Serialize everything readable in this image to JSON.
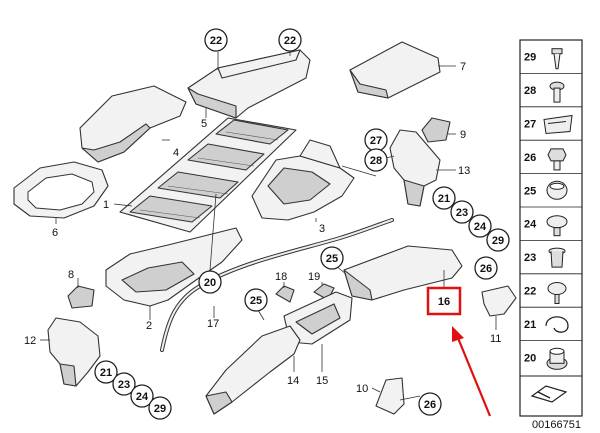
{
  "callouts": {
    "c22a": "22",
    "c22b": "22",
    "c27": "27",
    "c28": "28",
    "c21a": "21",
    "c23a": "23",
    "c24a": "24",
    "c29a": "29",
    "c20": "20",
    "c25a": "25",
    "c25b": "25",
    "c26a": "26",
    "c21b": "21",
    "c23b": "23",
    "c24b": "24",
    "c29b": "29",
    "c26b": "26"
  },
  "labels": {
    "l7": "7",
    "l5": "5",
    "l4": "4",
    "l9": "9",
    "l13": "13",
    "l6": "6",
    "l1": "1",
    "l3": "3",
    "l8": "8",
    "l18": "18",
    "l19": "19",
    "l2": "2",
    "l17": "17",
    "l12": "12",
    "l14": "14",
    "l15": "15",
    "l11": "11",
    "l10": "10"
  },
  "highlight": {
    "label": "16",
    "color": "#e01010"
  },
  "fastener_panel": {
    "items": [
      {
        "number": "29",
        "icon": "push-pin-clip-icon"
      },
      {
        "number": "28",
        "icon": "screw-icon"
      },
      {
        "number": "27",
        "icon": "spring-nut-icon"
      },
      {
        "number": "26",
        "icon": "hex-bolt-icon"
      },
      {
        "number": "25",
        "icon": "expanding-nut-icon"
      },
      {
        "number": "24",
        "icon": "rivet-icon"
      },
      {
        "number": "23",
        "icon": "plug-clip-icon"
      },
      {
        "number": "22",
        "icon": "washer-screw-icon"
      },
      {
        "number": "21",
        "icon": "clip-ring-icon"
      },
      {
        "number": "20",
        "icon": "grommet-icon"
      }
    ]
  },
  "diagram_id": "00166751"
}
